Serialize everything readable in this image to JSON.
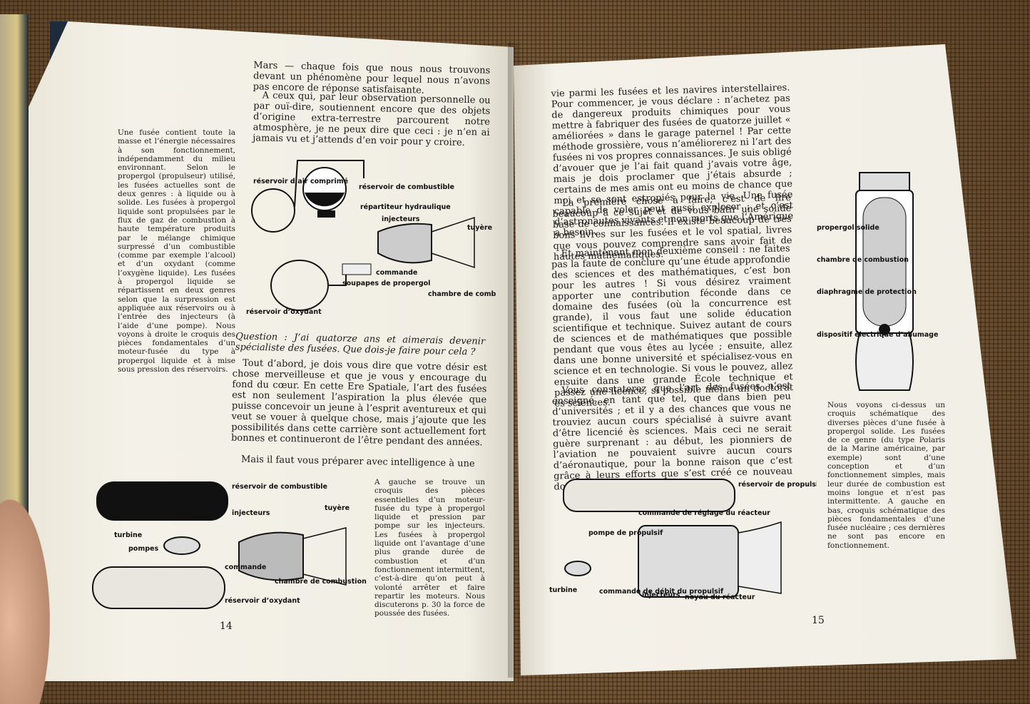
{
  "left_page": {
    "page_number": "14",
    "sidebar": "Une fusée contient toute la masse et l’énergie nécessaires à son fonctionnement, indépendamment du milieu environnant. Selon le propergol (propulseur) utilisé, les fusées actuelles sont de deux genres : à liquide ou à solide. Les fusées à propergol liquide sont propulsées par le flux de gaz de combustion à haute température produits par le mélange chimique surpressé d’un combustible (comme par exemple l’alcool) et d’un oxydant (comme l’oxygène liquide). Les fusées à propergol liquide se répartissent en deux genres selon que la surpression est appliquée aux réservoirs ou à l’entrée des injecteurs (à l’aide d’une pompe). Nous voyons à droite le croquis des pièces fondamentales d’un moteur-fusée du type à propergol liquide et à mise sous pression des réservoirs.",
    "para1": "Mars — chaque fois que nous nous trouvons devant un phénomène pour lequel nous n’avons pas encore de réponse satisfaisante.",
    "para2": "A ceux qui, par leur observation personnelle ou par ouï-dire, soutiennent encore que des objets d’origine extra-terrestre parcourent notre atmosphère, je ne peux dire que ceci : je n’en ai jamais vu et j’attends d’en voir pour y croire.",
    "question": "Question : J’ai quatorze ans et aimerais devenir spécialiste des fusées. Que dois-je faire pour cela ?",
    "para3": "Tout d’abord, je dois vous dire que votre désir est chose merveilleuse et que je vous y encourage du fond du cœur. En cette Ere Spatiale, l’art des fusées est non seulement l’aspiration la plus élevée que puisse concevoir un jeune à l’esprit aventureux et qui veut se vouer à quelque chose, mais j’ajoute que les possibilités dans cette carrière sont actuellement fort bonnes et continueront de l’être pendant des années.",
    "para4": "Mais il faut vous préparer avec intelligence à une",
    "caption_bottom": "A gauche se trouve un croquis des pièces essentielles d’un moteur-fusée du type à propergol liquide et pression par pompe sur les injecteurs. Les fusées à propergol liquide ont l’avantage d’une plus grande durée de combustion et d’un fonctionnement intermittent, c’est-à-dire qu’on peut à volonté arrêter et faire repartir les moteurs. Nous discuterons p. 30 la force de poussée des fusées.",
    "diagram1_labels": {
      "air": "réservoir d’air comprimé",
      "fuel": "réservoir de combustible",
      "hydro": "répartiteur hydraulique",
      "inj": "injecteurs",
      "nozzle": "tuyère",
      "cmd": "commande",
      "valves": "soupapes de propergol",
      "chamber": "chambre de combustion",
      "oxid": "réservoir d’oxydant"
    },
    "diagram2_labels": {
      "fuel": "réservoir de combustible",
      "inj": "injecteurs",
      "nozzle": "tuyère",
      "turbine": "turbine",
      "pumps": "pompes",
      "cmd": "commande",
      "chamber": "chambre de combustion",
      "oxid": "réservoir d’oxydant"
    }
  },
  "right_page": {
    "page_number": "15",
    "para1": "vie parmi les fusées et les navires interstellaires. Pour commencer, je vous déclare : n’achetez pas de dangereux produits chimiques pour vous mettre à fabriquer des fusées de quatorze juillet « améliorées » dans le garage paternel ! Par cette méthode grossière, vous n’améliorerez ni l’art des fusées ni vos propres connaissances. Je suis obligé d’avouer que je l’ai fait quand j’avais votre âge, mais je dois proclamer que j’étais absurde ; certains de mes amis ont eu moins de chance que moi et se sont estropiés pour la vie. Une fusée capable de voler peut aussi exploser ; et c’est d’astronautes vivants et non morts que l’Amérique a besoin.",
    "para2": "La première chose à faire, c’est de lire beaucoup à ce sujet et de vous bâtir une solide base de connaissances. Il existe beaucoup de très bons livres sur les fusées et le vol spatial, livres que vous pouvez comprendre sans avoir fait de hautes mathématiques.",
    "para3": "Et maintenant mon deuxième conseil : ne faites pas la faute de conclure qu’une étude approfondie des sciences et des mathématiques, c’est bon pour les autres ! Si vous désirez vraiment apporter une contribution féconde dans ce domaine des fusées (où la concurrence est grande), il vous faut une solide éducation scientifique et technique. Suivez autant de cours de sciences et de mathématiques que possible pendant que vous êtes au lycée ; ensuite, allez dans une bonne université et spécialisez-vous en science et en technologie. Si vous le pouvez, allez ensuite dans une grande École technique et passez une licence, si possible même un doctorat ès sciences.",
    "para4": "Vous constaterez que l’art des fusées n’est enseigné, en tant que tel, que dans bien peu d’universités ; et il y a des chances que vous ne trouviez aucun cours spécialisé à suivre avant d’être licencié ès sciences. Mais ceci ne serait guère surprenant : au début, les pionniers de l’aviation ne pouvaient suivre aucun cours d’aéronautique, pour la bonne raison que c’est grâce à leurs efforts que s’est créé ce nouveau domaine d’activité",
    "caption_side": "Nous voyons ci-dessus un croquis schématique des diverses pièces d’une fusée à propergol solide. Les fusées de ce genre (du type Polaris de la Marine américaine, par exemple) sont d’une conception et d’un fonctionnement simples, mais leur durée de combustion est moins longue et n’est pas intermittente. A gauche en bas, croquis schématique des pièces fondamentales d’une fusée nucléaire ; ces dernières ne sont pas encore en fonctionnement.",
    "diagram3_labels": {
      "solid": "propergol solide",
      "chamber": "chambre de combustion",
      "diaph": "diaphragme de protection",
      "ign": "dispositif électrique d’allumage"
    },
    "diagram4_labels": {
      "tank": "réservoir de propulsif",
      "ctrl": "commande de réglage du réacteur",
      "pump": "pompe de propulsif",
      "turbine": "turbine",
      "flow": "commande de débit du propulsif",
      "inj": "injecteurs",
      "core": "noyau du réacteur"
    }
  }
}
